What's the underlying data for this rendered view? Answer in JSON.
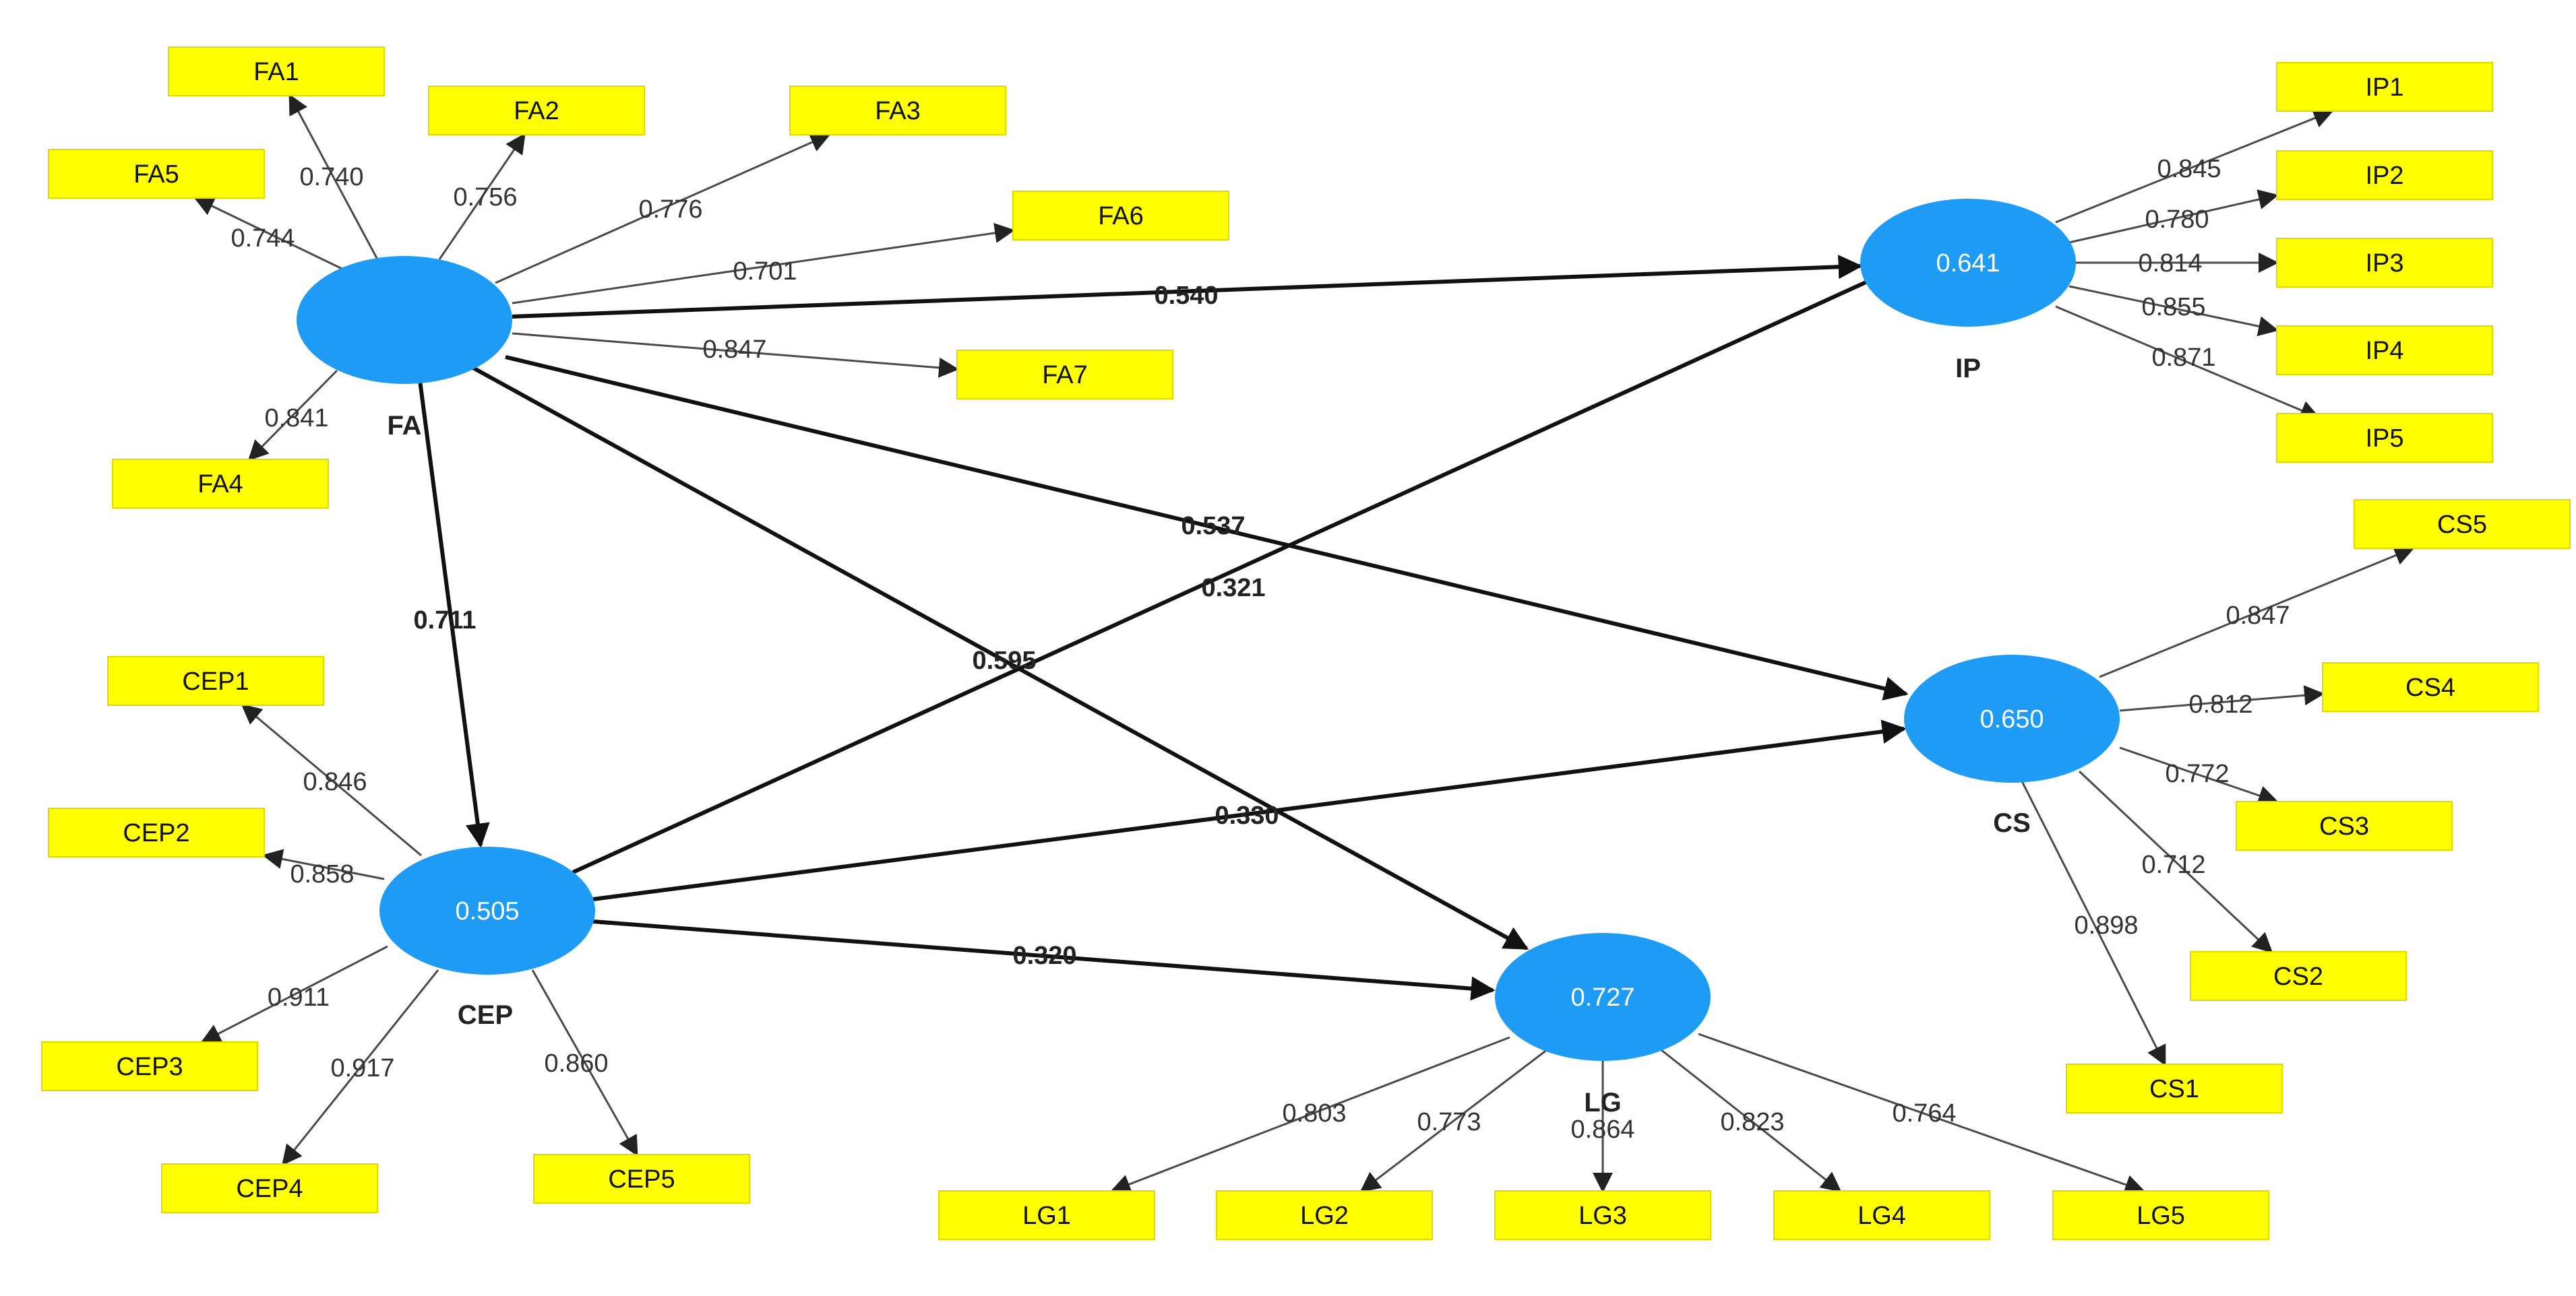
{
  "diagram": {
    "latent_variables": [
      {
        "id": "FA",
        "name": "FA",
        "value": ""
      },
      {
        "id": "CEP",
        "name": "CEP",
        "value": "0.505"
      },
      {
        "id": "IP",
        "name": "IP",
        "value": "0.641"
      },
      {
        "id": "CS",
        "name": "CS",
        "value": "0.650"
      },
      {
        "id": "LG",
        "name": "LG",
        "value": "0.727"
      }
    ],
    "indicators": [
      {
        "id": "FA1",
        "label": "FA1"
      },
      {
        "id": "FA2",
        "label": "FA2"
      },
      {
        "id": "FA3",
        "label": "FA3"
      },
      {
        "id": "FA4",
        "label": "FA4"
      },
      {
        "id": "FA5",
        "label": "FA5"
      },
      {
        "id": "FA6",
        "label": "FA6"
      },
      {
        "id": "FA7",
        "label": "FA7"
      },
      {
        "id": "IP1",
        "label": "IP1"
      },
      {
        "id": "IP2",
        "label": "IP2"
      },
      {
        "id": "IP3",
        "label": "IP3"
      },
      {
        "id": "IP4",
        "label": "IP4"
      },
      {
        "id": "IP5",
        "label": "IP5"
      },
      {
        "id": "CS1",
        "label": "CS1"
      },
      {
        "id": "CS2",
        "label": "CS2"
      },
      {
        "id": "CS3",
        "label": "CS3"
      },
      {
        "id": "CS4",
        "label": "CS4"
      },
      {
        "id": "CS5",
        "label": "CS5"
      },
      {
        "id": "CEP1",
        "label": "CEP1"
      },
      {
        "id": "CEP2",
        "label": "CEP2"
      },
      {
        "id": "CEP3",
        "label": "CEP3"
      },
      {
        "id": "CEP4",
        "label": "CEP4"
      },
      {
        "id": "CEP5",
        "label": "CEP5"
      },
      {
        "id": "LG1",
        "label": "LG1"
      },
      {
        "id": "LG2",
        "label": "LG2"
      },
      {
        "id": "LG3",
        "label": "LG3"
      },
      {
        "id": "LG4",
        "label": "LG4"
      },
      {
        "id": "LG5",
        "label": "LG5"
      }
    ],
    "loadings": [
      {
        "from": "FA",
        "to": "FA1",
        "value": "0.740"
      },
      {
        "from": "FA",
        "to": "FA2",
        "value": "0.756"
      },
      {
        "from": "FA",
        "to": "FA3",
        "value": "0.776"
      },
      {
        "from": "FA",
        "to": "FA5",
        "value": "0.744"
      },
      {
        "from": "FA",
        "to": "FA6",
        "value": "0.701"
      },
      {
        "from": "FA",
        "to": "FA7",
        "value": "0.847"
      },
      {
        "from": "FA",
        "to": "FA4",
        "value": "0.841"
      },
      {
        "from": "IP",
        "to": "IP1",
        "value": "0.845"
      },
      {
        "from": "IP",
        "to": "IP2",
        "value": "0.780"
      },
      {
        "from": "IP",
        "to": "IP3",
        "value": "0.814"
      },
      {
        "from": "IP",
        "to": "IP4",
        "value": "0.855"
      },
      {
        "from": "IP",
        "to": "IP5",
        "value": "0.871"
      },
      {
        "from": "CS",
        "to": "CS5",
        "value": "0.847"
      },
      {
        "from": "CS",
        "to": "CS4",
        "value": "0.812"
      },
      {
        "from": "CS",
        "to": "CS3",
        "value": "0.772"
      },
      {
        "from": "CS",
        "to": "CS2",
        "value": "0.712"
      },
      {
        "from": "CS",
        "to": "CS1",
        "value": "0.898"
      },
      {
        "from": "CEP",
        "to": "CEP1",
        "value": "0.846"
      },
      {
        "from": "CEP",
        "to": "CEP2",
        "value": "0.858"
      },
      {
        "from": "CEP",
        "to": "CEP3",
        "value": "0.911"
      },
      {
        "from": "CEP",
        "to": "CEP4",
        "value": "0.917"
      },
      {
        "from": "CEP",
        "to": "CEP5",
        "value": "0.860"
      },
      {
        "from": "LG",
        "to": "LG1",
        "value": "0.803"
      },
      {
        "from": "LG",
        "to": "LG2",
        "value": "0.773"
      },
      {
        "from": "LG",
        "to": "LG3",
        "value": "0.864"
      },
      {
        "from": "LG",
        "to": "LG4",
        "value": "0.823"
      },
      {
        "from": "LG",
        "to": "LG5",
        "value": "0.764"
      }
    ],
    "paths": [
      {
        "from": "FA",
        "to": "IP",
        "value": "0.540"
      },
      {
        "from": "FA",
        "to": "CS",
        "value": "0.537"
      },
      {
        "from": "FA",
        "to": "CEP",
        "value": "0.711"
      },
      {
        "from": "FA",
        "to": "LG",
        "value": "0.595"
      },
      {
        "from": "CEP",
        "to": "IP",
        "value": "0.321"
      },
      {
        "from": "CEP",
        "to": "CS",
        "value": "0.330"
      },
      {
        "from": "CEP",
        "to": "LG",
        "value": "0.320"
      }
    ],
    "colors": {
      "latent_fill": "#1e9bf5",
      "indicator_fill": "#ffff00",
      "edge": "#333333"
    }
  }
}
